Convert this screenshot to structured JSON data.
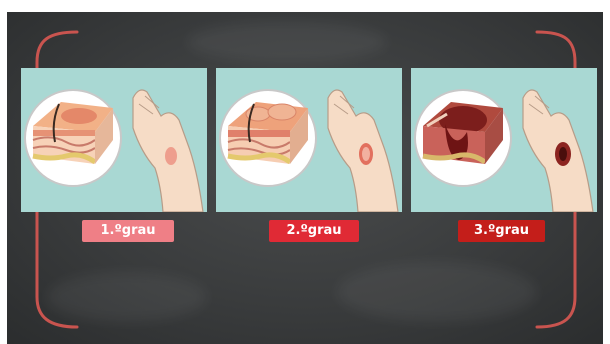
{
  "labels": {
    "first": "1.ºgrau",
    "second": "2.ºgrau",
    "third": "3.ºgrau"
  },
  "colors": {
    "chalkboard": "#3a3c3d",
    "bracket": "#c9544f",
    "panel": "#a9d8d3",
    "label_first": "#ef7f86",
    "label_second": "#e02a35",
    "label_third": "#c41e1a"
  },
  "icons": [
    "skin-cross-section-first-degree",
    "skin-cross-section-second-degree",
    "skin-cross-section-third-degree",
    "hand-burn-first-degree",
    "hand-burn-second-degree",
    "hand-burn-third-degree"
  ]
}
